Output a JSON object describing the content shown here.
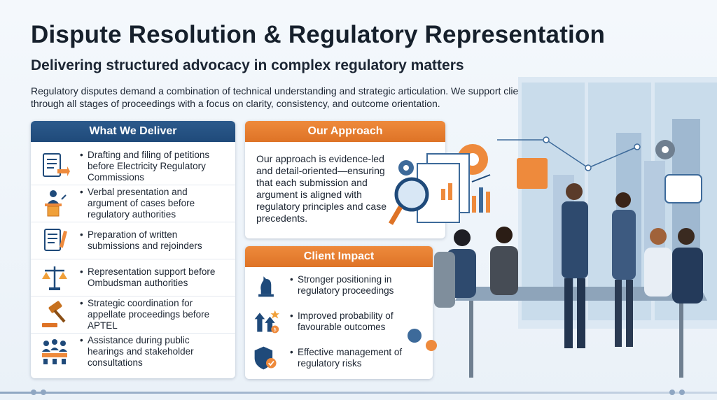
{
  "header": {
    "title": "Dispute Resolution & Regulatory Representation",
    "subtitle": "Delivering structured advocacy in complex regulatory matters",
    "intro": "Regulatory disputes demand a combination of technical understanding and strategic articulation. We support clients through all stages of proceedings with a focus on clarity, consistency, and outcome orientation."
  },
  "deliver": {
    "heading": "What We Deliver",
    "items": [
      {
        "icon": "document-petition-icon",
        "text": "Drafting and filing of petitions before Electricity Regulatory Commissions"
      },
      {
        "icon": "podium-speaker-icon",
        "text": "Verbal presentation and argument of cases before regulatory authorities"
      },
      {
        "icon": "written-submission-icon",
        "text": "Preparation of written submissions and rejoinders"
      },
      {
        "icon": "scales-of-justice-icon",
        "text": "Representation support before Ombudsman authorities"
      },
      {
        "icon": "gavel-icon",
        "text": "Strategic coordination for appellate proceedings before APTEL"
      },
      {
        "icon": "public-hearing-icon",
        "text": "Assistance during public hearings and stakeholder consultations"
      }
    ]
  },
  "approach": {
    "heading": "Our Approach",
    "text": "Our approach is evidence-led and detail-oriented—ensuring that each submission and argument is aligned with regulatory principles and case precedents."
  },
  "impact": {
    "heading": "Client Impact",
    "items": [
      {
        "icon": "chess-knight-icon",
        "text": "Stronger positioning in regulatory proceedings"
      },
      {
        "icon": "growth-arrows-icon",
        "text": "Improved probability of favourable outcomes"
      },
      {
        "icon": "shield-check-icon",
        "text": "Effective management of regulatory risks"
      }
    ]
  },
  "colors": {
    "blue": "#1f4a7a",
    "orange": "#de7326",
    "accent_gold": "#f0a03a"
  }
}
